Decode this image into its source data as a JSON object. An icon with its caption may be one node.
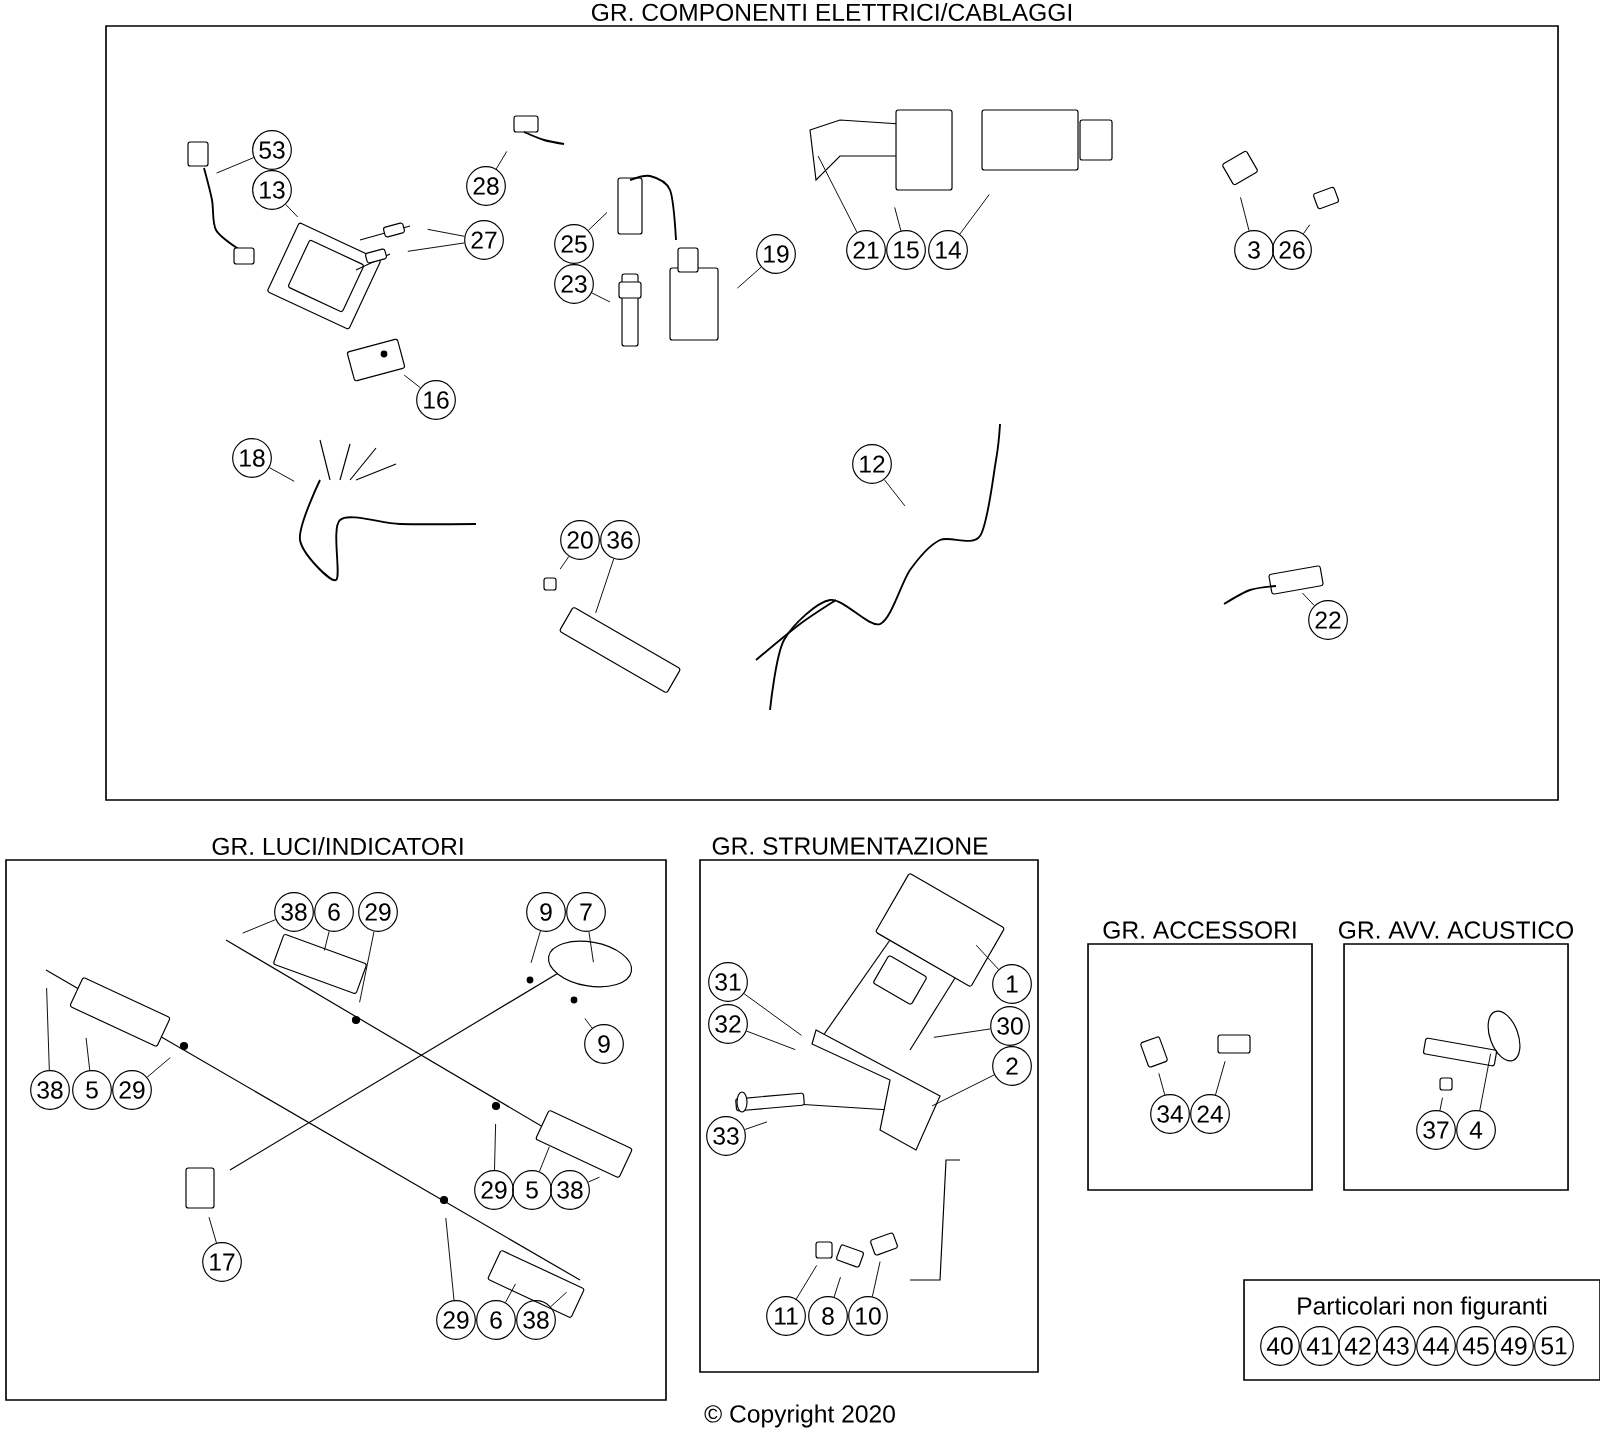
{
  "diagram": {
    "nodes": [
      {
        "text": [
          "GR. COMPONENTI ELETTRICI/CABLAGGI"
        ]
      },
      {
        "text": [
          "53"
        ],
        "in": 0
      },
      {
        "text": [
          "13"
        ],
        "in": 0
      },
      {
        "text": [
          "27"
        ],
        "in": 0
      },
      {
        "text": [
          "28"
        ],
        "in": 0
      },
      {
        "text": [
          "16"
        ],
        "in": 0
      },
      {
        "text": [
          "25"
        ],
        "in": 0
      },
      {
        "text": [
          "23"
        ],
        "in": 0
      },
      {
        "text": [
          "19"
        ],
        "in": 0
      },
      {
        "text": [
          "21"
        ],
        "in": 0
      },
      {
        "text": [
          "15"
        ],
        "in": 0
      },
      {
        "text": [
          "14"
        ],
        "in": 0
      },
      {
        "text": [
          "3"
        ],
        "in": 0
      },
      {
        "text": [
          "26"
        ],
        "in": 0
      },
      {
        "text": [
          "18"
        ],
        "in": 0
      },
      {
        "text": [
          "20"
        ],
        "in": 0
      },
      {
        "text": [
          "36"
        ],
        "in": 0
      },
      {
        "text": [
          "12"
        ],
        "in": 0
      },
      {
        "text": [
          "22"
        ],
        "in": 0
      },
      {
        "text": [
          "GR. LUCI/INDICATORI"
        ]
      },
      {
        "text": [
          "38"
        ],
        "in": 19
      },
      {
        "text": [
          "6"
        ],
        "in": 19
      },
      {
        "text": [
          "29"
        ],
        "in": 19
      },
      {
        "text": [
          "9"
        ],
        "in": 19
      },
      {
        "text": [
          "7"
        ],
        "in": 19
      },
      {
        "text": [
          "9"
        ],
        "in": 19
      },
      {
        "text": [
          "38"
        ],
        "in": 19
      },
      {
        "text": [
          "5"
        ],
        "in": 19
      },
      {
        "text": [
          "29"
        ],
        "in": 19
      },
      {
        "text": [
          "29"
        ],
        "in": 19
      },
      {
        "text": [
          "5"
        ],
        "in": 19
      },
      {
        "text": [
          "38"
        ],
        "in": 19
      },
      {
        "text": [
          "17"
        ],
        "in": 19
      },
      {
        "text": [
          "29"
        ],
        "in": 19
      },
      {
        "text": [
          "6"
        ],
        "in": 19
      },
      {
        "text": [
          "38"
        ],
        "in": 19
      },
      {
        "text": [
          "GR. STRUMENTAZIONE"
        ]
      },
      {
        "text": [
          "1"
        ],
        "in": 36
      },
      {
        "text": [
          "31"
        ],
        "in": 36
      },
      {
        "text": [
          "32"
        ],
        "in": 36
      },
      {
        "text": [
          "30"
        ],
        "in": 36
      },
      {
        "text": [
          "2"
        ],
        "in": 36
      },
      {
        "text": [
          "33"
        ],
        "in": 36
      },
      {
        "text": [
          "11"
        ],
        "in": 36
      },
      {
        "text": [
          "8"
        ],
        "in": 36
      },
      {
        "text": [
          "10"
        ],
        "in": 36
      },
      {
        "text": [
          "GR. ACCESSORI"
        ]
      },
      {
        "text": [
          "34"
        ],
        "in": 46
      },
      {
        "text": [
          "24"
        ],
        "in": 46
      },
      {
        "text": [
          "GR. AVV. ACUSTICO"
        ]
      },
      {
        "text": [
          "37"
        ],
        "in": 49
      },
      {
        "text": [
          "4"
        ],
        "in": 49
      },
      {
        "text": [
          "Particolari non figuranti"
        ]
      },
      {
        "text": [
          "40"
        ],
        "in": 52
      },
      {
        "text": [
          "41"
        ],
        "in": 52
      },
      {
        "text": [
          "42"
        ],
        "in": 52
      },
      {
        "text": [
          "43"
        ],
        "in": 52
      },
      {
        "text": [
          "44"
        ],
        "in": 52
      },
      {
        "text": [
          "45"
        ],
        "in": 52
      },
      {
        "text": [
          "49"
        ],
        "in": 52
      },
      {
        "text": [
          "51"
        ],
        "in": 52
      }
    ],
    "edges": [
      {
        "from": 1,
        "to": null,
        "arrow": "none"
      },
      {
        "from": 2,
        "to": null,
        "arrow": "none"
      },
      {
        "from": 3,
        "to": null,
        "arrow": "none"
      },
      {
        "from": 3,
        "to": null,
        "arrow": "none"
      },
      {
        "from": 4,
        "to": null,
        "arrow": "none"
      },
      {
        "from": 5,
        "to": null,
        "arrow": "none"
      },
      {
        "from": 6,
        "to": null,
        "arrow": "none"
      },
      {
        "from": 7,
        "to": null,
        "arrow": "none"
      },
      {
        "from": 8,
        "to": null,
        "arrow": "none"
      },
      {
        "from": 9,
        "to": null,
        "arrow": "none"
      },
      {
        "from": 10,
        "to": null,
        "arrow": "none"
      },
      {
        "from": 11,
        "to": null,
        "arrow": "none"
      },
      {
        "from": 12,
        "to": null,
        "arrow": "none"
      },
      {
        "from": 13,
        "to": null,
        "arrow": "none"
      },
      {
        "from": 14,
        "to": null,
        "arrow": "none"
      },
      {
        "from": 15,
        "to": null,
        "arrow": "none"
      },
      {
        "from": 16,
        "to": null,
        "arrow": "none"
      },
      {
        "from": 17,
        "to": null,
        "arrow": "none"
      },
      {
        "from": 18,
        "to": null,
        "arrow": "none"
      },
      {
        "from": 20,
        "to": null,
        "arrow": "none"
      },
      {
        "from": 21,
        "to": null,
        "arrow": "none"
      },
      {
        "from": 22,
        "to": null,
        "arrow": "none"
      },
      {
        "from": 23,
        "to": null,
        "arrow": "none"
      },
      {
        "from": 24,
        "to": null,
        "arrow": "none"
      },
      {
        "from": 25,
        "to": null,
        "arrow": "none"
      },
      {
        "from": 26,
        "to": null,
        "arrow": "none"
      },
      {
        "from": 27,
        "to": null,
        "arrow": "none"
      },
      {
        "from": 28,
        "to": null,
        "arrow": "none"
      },
      {
        "from": 29,
        "to": null,
        "arrow": "none"
      },
      {
        "from": 30,
        "to": null,
        "arrow": "none"
      },
      {
        "from": 31,
        "to": null,
        "arrow": "none"
      },
      {
        "from": 32,
        "to": null,
        "arrow": "none"
      },
      {
        "from": 33,
        "to": null,
        "arrow": "none"
      },
      {
        "from": 34,
        "to": null,
        "arrow": "none"
      },
      {
        "from": 35,
        "to": null,
        "arrow": "none"
      },
      {
        "from": 37,
        "to": null,
        "arrow": "none"
      },
      {
        "from": 38,
        "to": null,
        "arrow": "none"
      },
      {
        "from": 39,
        "to": null,
        "arrow": "none"
      },
      {
        "from": 40,
        "to": null,
        "arrow": "none"
      },
      {
        "from": 41,
        "to": null,
        "arrow": "none"
      },
      {
        "from": 42,
        "to": null,
        "arrow": "none"
      },
      {
        "from": 43,
        "to": null,
        "arrow": "none"
      },
      {
        "from": 44,
        "to": null,
        "arrow": "none"
      },
      {
        "from": 45,
        "to": null,
        "arrow": "none"
      },
      {
        "from": 47,
        "to": null,
        "arrow": "none"
      },
      {
        "from": 48,
        "to": null,
        "arrow": "none"
      },
      {
        "from": 50,
        "to": null,
        "arrow": "none"
      },
      {
        "from": 51,
        "to": null,
        "arrow": "none"
      }
    ],
    "labels": [
      "© Copyright 2020"
    ]
  }
}
